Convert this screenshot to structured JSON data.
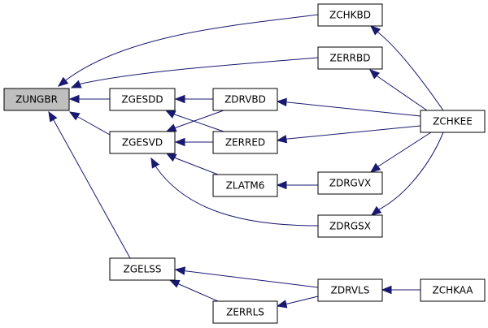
{
  "graph": {
    "colors": {
      "edge": "#191970",
      "node_fill": "#ffffff",
      "node_fill_highlighted": "#bfbfbf",
      "node_border": "#000000"
    },
    "nodes": [
      {
        "id": "ZUNGBR",
        "label": "ZUNGBR",
        "highlighted": true
      },
      {
        "id": "ZGESDD",
        "label": "ZGESDD"
      },
      {
        "id": "ZGESVD",
        "label": "ZGESVD"
      },
      {
        "id": "ZGELSS",
        "label": "ZGELSS"
      },
      {
        "id": "ZDRVBD",
        "label": "ZDRVBD"
      },
      {
        "id": "ZERRED",
        "label": "ZERRED"
      },
      {
        "id": "ZLATM6",
        "label": "ZLATM6"
      },
      {
        "id": "ZERRLS",
        "label": "ZERRLS"
      },
      {
        "id": "ZCHKBD",
        "label": "ZCHKBD"
      },
      {
        "id": "ZERRBD",
        "label": "ZERRBD"
      },
      {
        "id": "ZDRGVX",
        "label": "ZDRGVX"
      },
      {
        "id": "ZDRGSX",
        "label": "ZDRGSX"
      },
      {
        "id": "ZDRVLS",
        "label": "ZDRVLS"
      },
      {
        "id": "ZCHKEE",
        "label": "ZCHKEE"
      },
      {
        "id": "ZCHKAA",
        "label": "ZCHKAA"
      }
    ],
    "edges": [
      {
        "from": "ZCHKBD",
        "to": "ZUNGBR"
      },
      {
        "from": "ZERRBD",
        "to": "ZUNGBR"
      },
      {
        "from": "ZGESDD",
        "to": "ZUNGBR"
      },
      {
        "from": "ZGESVD",
        "to": "ZUNGBR"
      },
      {
        "from": "ZGELSS",
        "to": "ZUNGBR"
      },
      {
        "from": "ZDRVBD",
        "to": "ZGESDD"
      },
      {
        "from": "ZERRED",
        "to": "ZGESDD"
      },
      {
        "from": "ZDRVBD",
        "to": "ZGESVD"
      },
      {
        "from": "ZERRED",
        "to": "ZGESVD"
      },
      {
        "from": "ZLATM6",
        "to": "ZGESVD"
      },
      {
        "from": "ZDRGSX",
        "to": "ZGESVD"
      },
      {
        "from": "ZDRVLS",
        "to": "ZGELSS"
      },
      {
        "from": "ZERRLS",
        "to": "ZGELSS"
      },
      {
        "from": "ZDRVLS",
        "to": "ZERRLS"
      },
      {
        "from": "ZDRGVX",
        "to": "ZLATM6"
      },
      {
        "from": "ZCHKEE",
        "to": "ZCHKBD"
      },
      {
        "from": "ZCHKEE",
        "to": "ZERRBD"
      },
      {
        "from": "ZCHKEE",
        "to": "ZDRVBD"
      },
      {
        "from": "ZCHKEE",
        "to": "ZERRED"
      },
      {
        "from": "ZCHKEE",
        "to": "ZDRGVX"
      },
      {
        "from": "ZCHKEE",
        "to": "ZDRGSX"
      },
      {
        "from": "ZCHKAA",
        "to": "ZDRVLS"
      }
    ]
  }
}
